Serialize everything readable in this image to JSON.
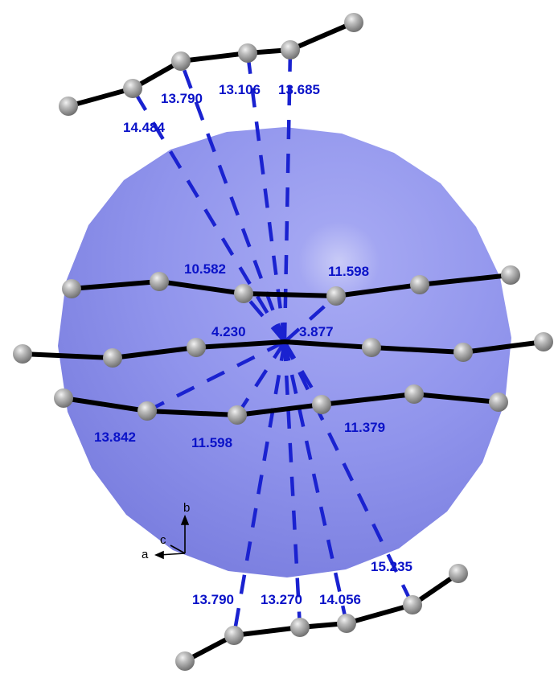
{
  "colors": {
    "sphere": "#8f93ee",
    "bond": "#000000",
    "atom": "#a8a8a8",
    "contact_line": "#1a22d0",
    "label": "#0a12c8"
  },
  "distance_labels": [
    {
      "id": "d1",
      "value": "14.484"
    },
    {
      "id": "d2",
      "value": "13.790"
    },
    {
      "id": "d3",
      "value": "13.106"
    },
    {
      "id": "d4",
      "value": "13.685"
    },
    {
      "id": "d5",
      "value": "10.582"
    },
    {
      "id": "d6",
      "value": "11.598"
    },
    {
      "id": "d7",
      "value": "4.230"
    },
    {
      "id": "d8",
      "value": "3.877"
    },
    {
      "id": "d9",
      "value": "13.842"
    },
    {
      "id": "d10",
      "value": "11.598"
    },
    {
      "id": "d11",
      "value": "11.379"
    },
    {
      "id": "d12",
      "value": "15.235"
    },
    {
      "id": "d13",
      "value": "13.790"
    },
    {
      "id": "d14",
      "value": "13.270"
    },
    {
      "id": "d15",
      "value": "14.056"
    }
  ],
  "axes": {
    "a": "a",
    "b": "b",
    "c": "c"
  }
}
